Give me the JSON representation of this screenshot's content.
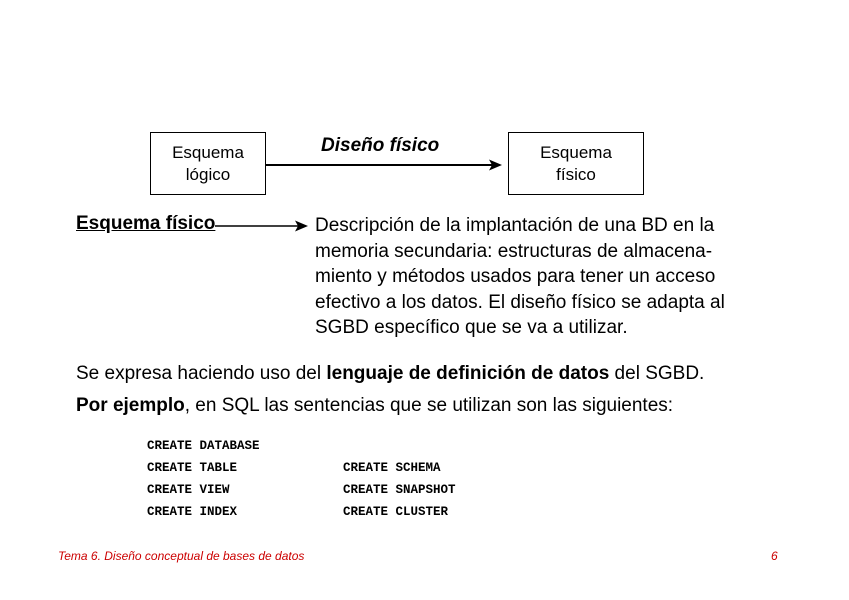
{
  "diagram": {
    "left_box": {
      "line1": "Esquema",
      "line2": "lógico"
    },
    "right_box": {
      "line1": "Esquema",
      "line2": "físico"
    },
    "arrow_label": "Diseño físico"
  },
  "definition": {
    "term": "Esquema físico",
    "lines": [
      "Descripción de la implantación de una BD en la",
      "memoria secundaria: estructuras de almacena-",
      "miento y métodos usados para tener un acceso",
      "efectivo a los datos. El diseño físico se adapta al",
      "SGBD específico que se va a utilizar."
    ]
  },
  "paragraph1": {
    "before": "Se expresa haciendo uso del ",
    "bold": "lenguaje de definición de datos",
    "after": " del SGBD."
  },
  "paragraph2": {
    "bold": "Por ejemplo",
    "after": ", en SQL las sentencias que se utilizan son las siguientes:"
  },
  "sql": {
    "col1": [
      "CREATE DATABASE",
      "CREATE TABLE",
      "CREATE VIEW",
      "CREATE INDEX"
    ],
    "col2": [
      "CREATE SCHEMA",
      "CREATE SNAPSHOT",
      "CREATE CLUSTER"
    ]
  },
  "footer": {
    "title": "Tema 6. Diseño conceptual de bases de datos",
    "page": "6"
  },
  "colors": {
    "footer": "#cc0000",
    "text": "#000000"
  }
}
